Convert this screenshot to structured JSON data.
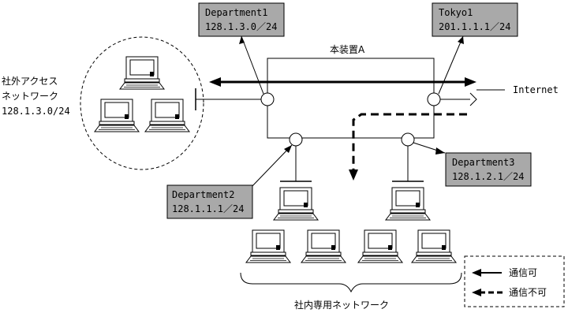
{
  "device": {
    "label": "本装置A"
  },
  "internet": {
    "label": "Internet"
  },
  "external_network": {
    "lines": [
      "社外アクセス",
      "ネットワーク",
      "128.1.3.0/24"
    ]
  },
  "internal_network": {
    "label": "社内専用ネットワーク"
  },
  "callouts": {
    "department1": {
      "name": "Department1",
      "address": "128.1.3.0／24"
    },
    "tokyo1": {
      "name": "Tokyo1",
      "address": "201.1.1.1／24"
    },
    "department2": {
      "name": "Department2",
      "address": "128.1.1.1／24"
    },
    "department3": {
      "name": "Department3",
      "address": "128.1.2.1／24"
    }
  },
  "legend": {
    "allowed": "通信可",
    "denied": "通信不可"
  },
  "colors": {
    "callout_fill": "#a9a9a9",
    "line": "#000000",
    "background": "#ffffff"
  },
  "icons": [
    "computer-icon",
    "arrow-left-icon",
    "dashed-arrow-icon"
  ]
}
